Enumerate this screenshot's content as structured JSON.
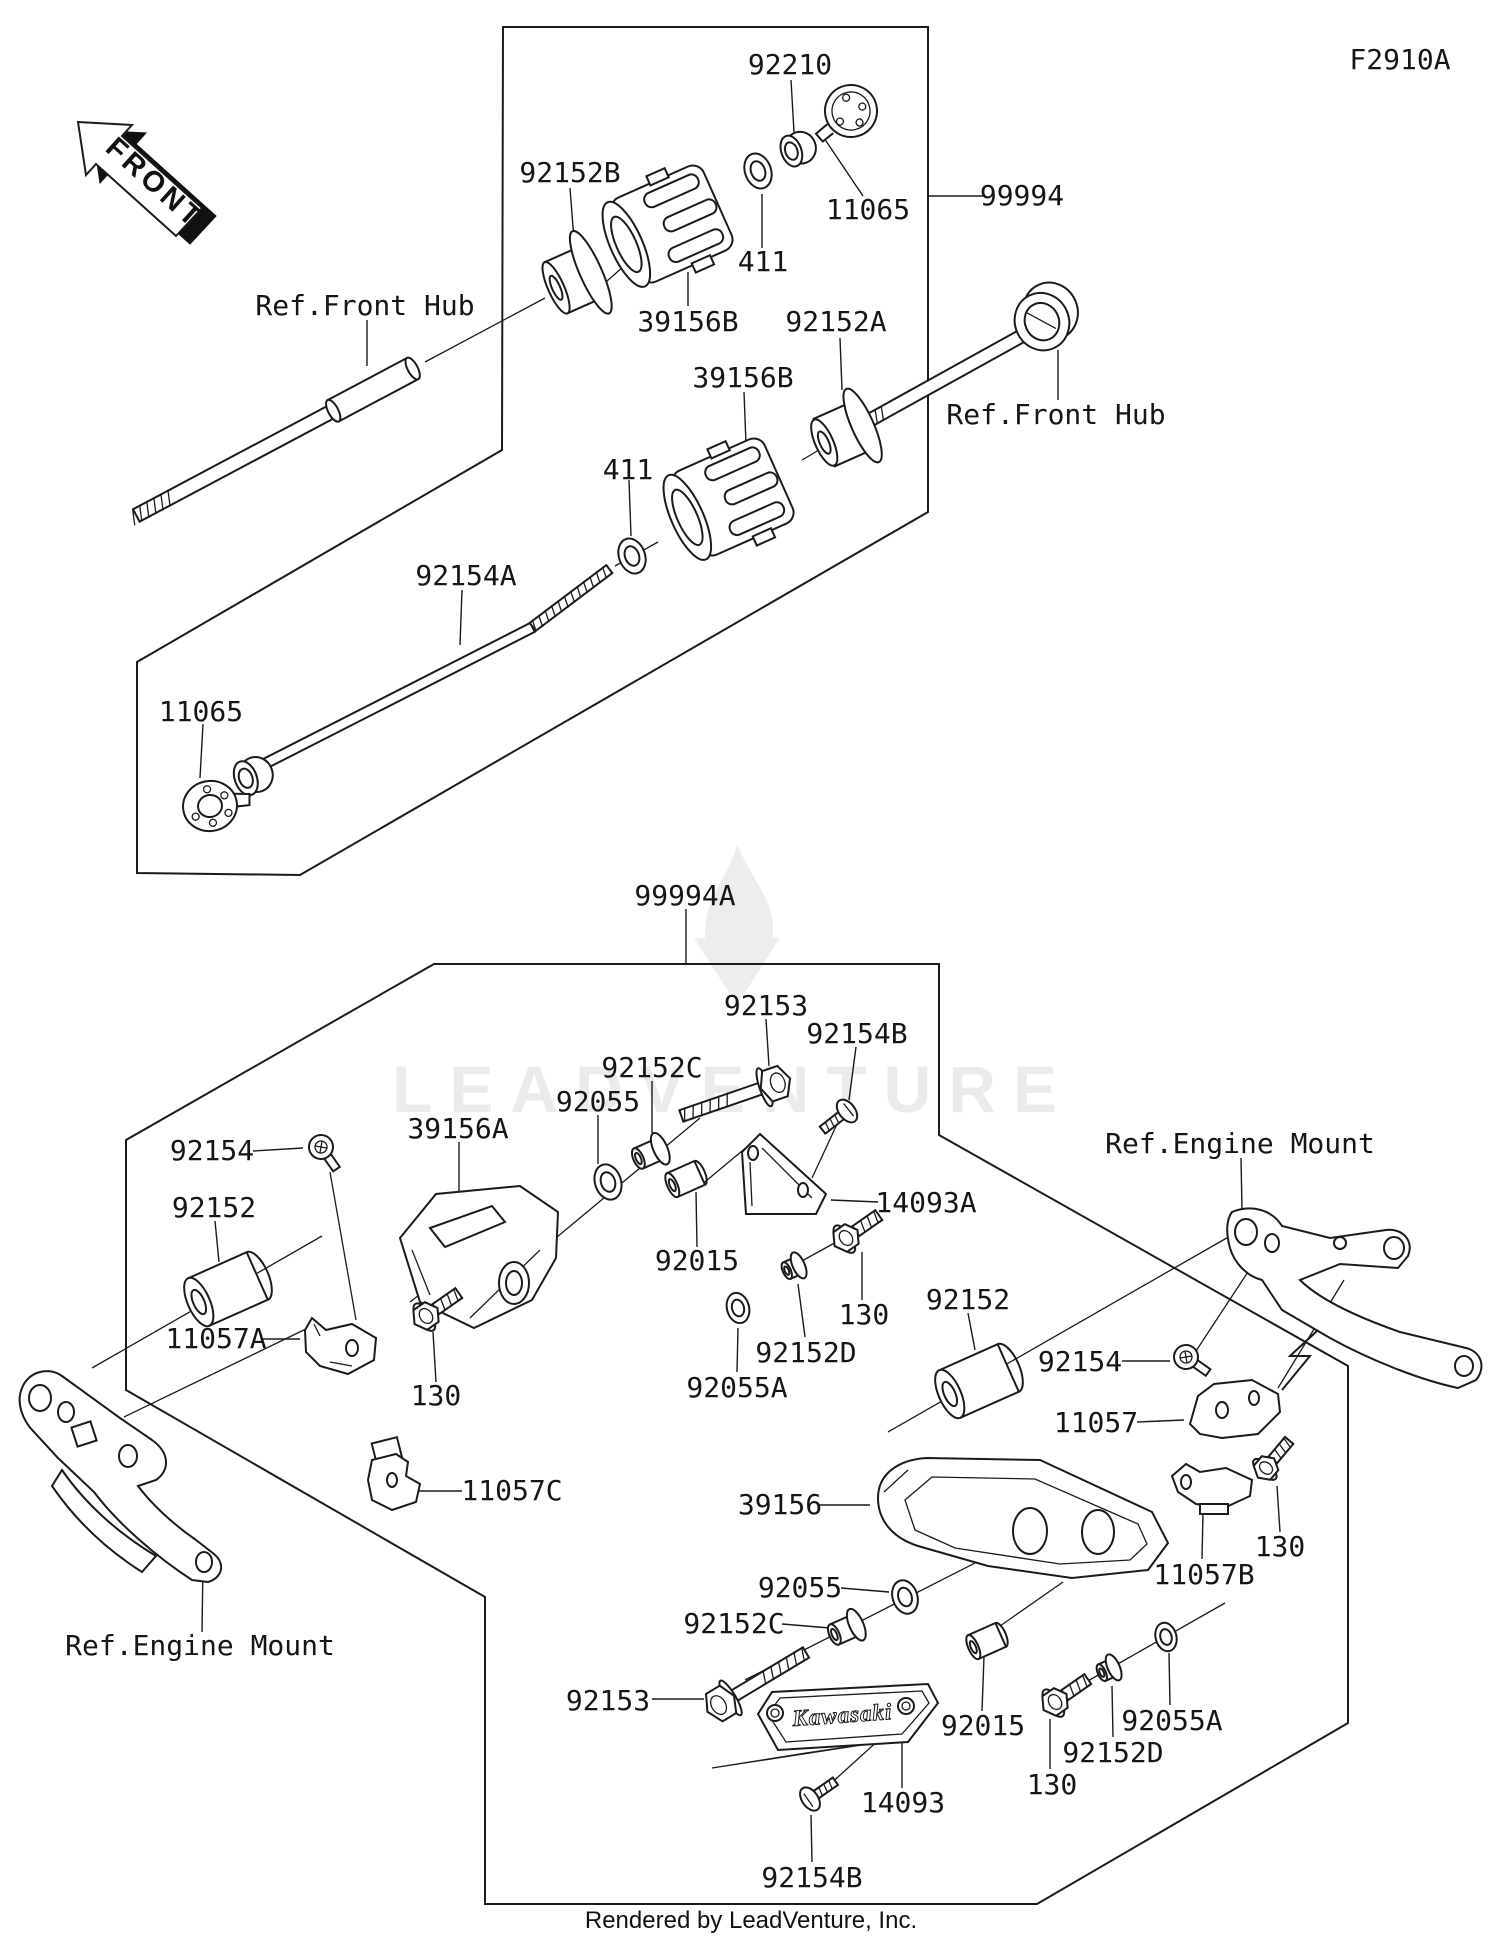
{
  "page": {
    "diagram_code": "F2910A",
    "front_label": "FRONT",
    "watermark": "LEADVENTURE",
    "brand": "Kawasaki",
    "footer": "Rendered by LeadVenture, Inc."
  },
  "labels": {
    "u92210": "92210",
    "u92152B": "92152B",
    "u11065a": "11065",
    "u411a": "411",
    "u99994": "99994",
    "uRefHub1": "Ref.Front Hub",
    "u39156B1": "39156B",
    "u92152A": "92152A",
    "u39156B2": "39156B",
    "uRefHub2": "Ref.Front Hub",
    "u411b": "411",
    "u92154A": "92154A",
    "u11065b": "11065",
    "l99994A": "99994A",
    "l92153a": "92153",
    "l92154Ba": "92154B",
    "l92152Ca": "92152C",
    "l92055a": "92055",
    "l39156A": "39156A",
    "l92154a": "92154",
    "l92152a": "92152",
    "l14093A": "14093A",
    "l92015a": "92015",
    "l130a": "130",
    "l130b": "130",
    "l92152b": "92152",
    "l11057A": "11057A",
    "l92152Da": "92152D",
    "l92154b": "92154",
    "l92055Aa": "92055A",
    "l11057": "11057",
    "lRefMountR": "Ref.Engine Mount",
    "l11057C": "11057C",
    "l39156": "39156",
    "l130c": "130",
    "l11057B": "11057B",
    "l92055b": "92055",
    "l92152Cb": "92152C",
    "lRefMountL": "Ref.Engine Mount",
    "l92153b": "92153",
    "l92055Ab": "92055A",
    "l92015b": "92015",
    "l92152Db": "92152D",
    "l130d": "130",
    "l14093": "14093",
    "l92154Bb": "92154B"
  }
}
